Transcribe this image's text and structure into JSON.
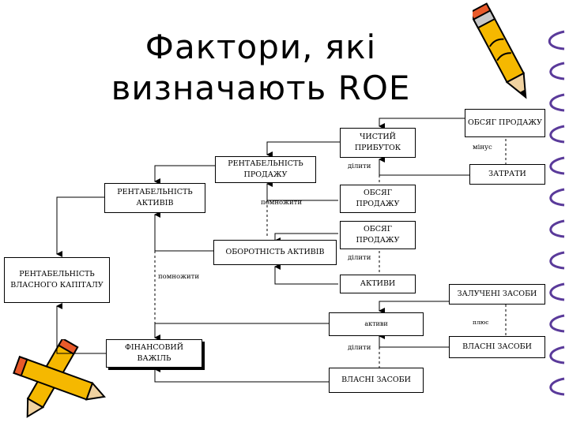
{
  "title_line1": "Фактори, які",
  "title_line2": "визначають ROE",
  "boxes": {
    "roe": "РЕНТАБЕЛЬНІСТЬ ВЛАСНОГО КАПІТАЛУ",
    "roa": "РЕНТАБЕЛЬНІСТЬ АКТИВІВ",
    "ros": "РЕНТАБЕЛЬНІСТЬ ПРОДАЖУ",
    "net_profit": "ЧИСТИЙ ПРИБУТОК",
    "sales_top": "ОБСЯГ ПРОДАЖУ",
    "costs": "ЗАТРАТИ",
    "sales_mid": "ОБСЯГ ПРОДАЖУ",
    "turnover": "ОБОРОТНІСТЬ АКТИВІВ",
    "sales_low": "ОБСЯГ ПРОДАЖУ",
    "assets": "АКТИВИ",
    "borrowed": "ЗАЛУЧЕНІ ЗАСОБИ",
    "fin_leverage": "ФІНАНСОВИЙ ВАЖІЛЬ",
    "equity_right": "ВЛАСНІ ЗАСОБИ",
    "equity_bottom": "ВЛАСНІ ЗАСОБИ",
    "assets_small": "активи"
  },
  "ops": {
    "minus": "мінус",
    "divide1": "ділити",
    "multiply1": "помножити",
    "divide2": "ділити",
    "multiply2": "помножити",
    "plus": "плюс",
    "divide3": "ділити"
  }
}
